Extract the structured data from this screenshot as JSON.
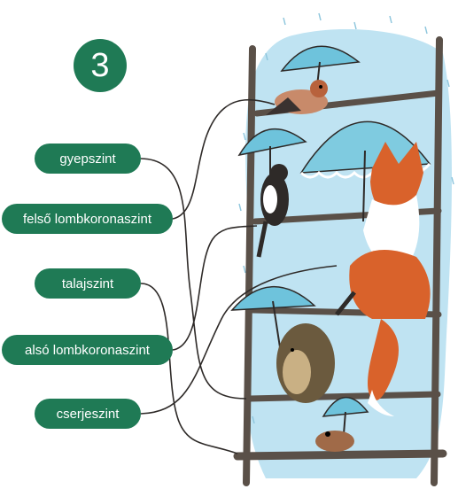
{
  "exercise": {
    "number": "3"
  },
  "labels": [
    {
      "text": "gyepszint"
    },
    {
      "text": "felső lombkoronaszint"
    },
    {
      "text": "talajszint"
    },
    {
      "text": "alsó lombkoronaszint"
    },
    {
      "text": "cserjeszint"
    }
  ],
  "colors": {
    "label_bg": "#1f7a55",
    "sky": "#bfe3f2",
    "umbrella": "#6ec3dc",
    "ladder": "#5a5048",
    "fox": "#d9622b"
  },
  "illustration": {
    "icons": [
      "bird-icon",
      "magpie-icon",
      "fox-icon",
      "hedgehog-icon",
      "frog-icon",
      "umbrella-icon",
      "ladder-icon"
    ]
  }
}
